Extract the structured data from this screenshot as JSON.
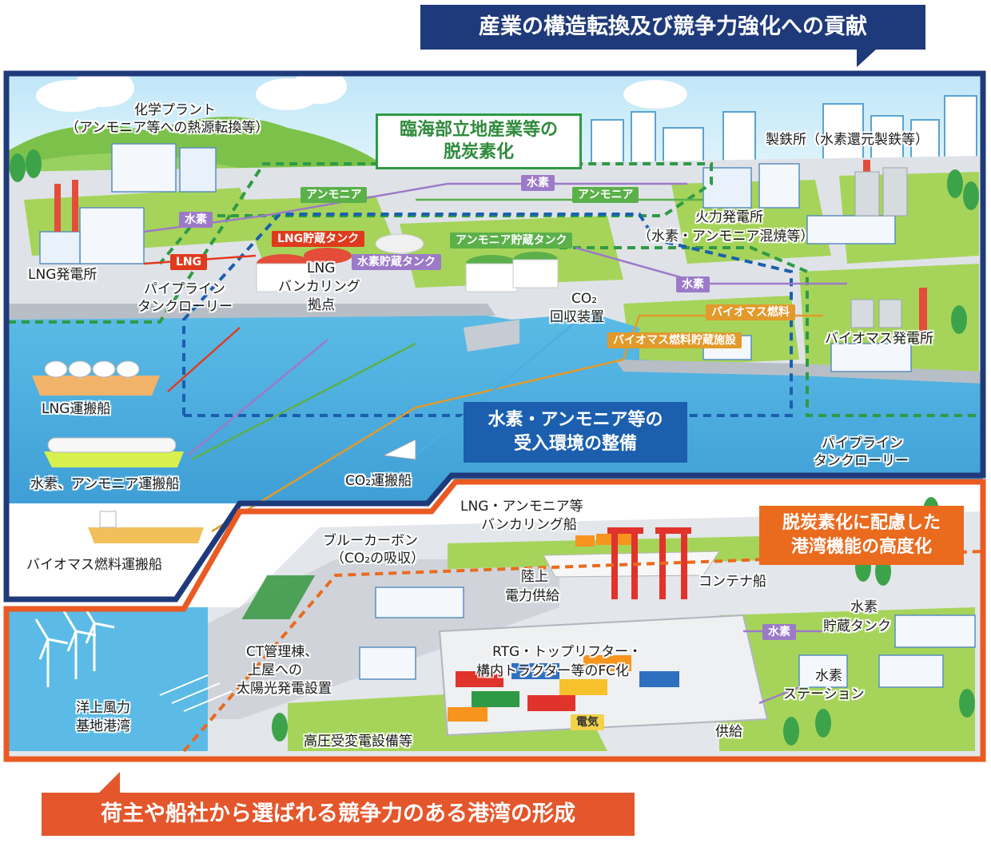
{
  "banners": {
    "top": "産業の構造転換及び競争力強化への貢献",
    "bottom": "荷主や船社から選ばれる競争力のある港湾の形成"
  },
  "boxes": {
    "decarbonization_line1": "臨海部立地産業等の",
    "decarbonization_line2": "脱炭素化",
    "hydrogen_line1": "水素・アンモニア等の",
    "hydrogen_line2": "受入環境の整備",
    "port_line1": "脱炭素化に配慮した",
    "port_line2": "港湾機能の高度化"
  },
  "labels": {
    "chemical_plant_1": "化学プラント",
    "chemical_plant_2": "（アンモニア等への熱源転換等）",
    "steel_plant": "製鉄所（水素還元製鉄等）",
    "thermal_plant_1": "火力発電所",
    "thermal_plant_2": "（水素・アンモニア混焼等）",
    "lng_power": "LNG発電所",
    "pipeline_left_1": "パイプライン",
    "pipeline_left_2": "タンクローリー",
    "lng_bunkering_1": "LNG",
    "lng_bunkering_2": "バンカリング",
    "lng_bunkering_3": "拠点",
    "co2_capture_1": "CO₂",
    "co2_capture_2": "回収装置",
    "biomass_power": "バイオマス発電所",
    "lng_carrier": "LNG運搬船",
    "h2_nh3_carrier": "水素、アンモニア運搬船",
    "co2_carrier": "CO₂運搬船",
    "pipeline_right_1": "パイプライン",
    "pipeline_right_2": "タンクローリー",
    "biomass_carrier": "バイオマス燃料運搬船",
    "blue_carbon_1": "ブルーカーボン",
    "blue_carbon_2": "（CO₂の吸収）",
    "lng_nh3_bunkering_1": "LNG・アンモニア等",
    "lng_nh3_bunkering_2": "バンカリング船",
    "shore_power_1": "陸上",
    "shore_power_2": "電力供給",
    "container_ship": "コンテナ船",
    "h2_storage_1": "水素",
    "h2_storage_2": "貯蔵タンク",
    "h2_station_1": "水素",
    "h2_station_2": "ステーション",
    "ct_building_1": "CT管理棟、",
    "ct_building_2": "上屋への",
    "ct_building_3": "太陽光発電設置",
    "rtg_fc_1": "RTG・トップリフター・",
    "rtg_fc_2": "構内トラクター等のFC化",
    "offshore_wind_1": "洋上風力",
    "offshore_wind_2": "基地港湾",
    "high_voltage": "高圧受変電設備等",
    "supply": "供給"
  },
  "tags": {
    "ammonia_1": "アンモニア",
    "hydrogen_top": "水素",
    "ammonia_2": "アンモニア",
    "hydrogen_left": "水素",
    "lng_tank": "LNG貯蔵タンク",
    "lng_flow": "LNG",
    "ammonia_tank": "アンモニア貯蔵タンク",
    "hydrogen_tank": "水素貯蔵タンク",
    "hydrogen_right": "水素",
    "biomass_fuel": "バイオマス燃料",
    "biomass_storage": "バイオマス燃料貯蔵施設",
    "hydrogen_port": "水素",
    "electricity": "電気"
  },
  "colors": {
    "navy": "#1f3a7a",
    "green": "#2f9a45",
    "blue": "#1b5fae",
    "orange": "#ea6a1e",
    "red": "#e03a1e",
    "purple": "#9c7ac8",
    "amber": "#e29a2a",
    "sea": "#4aaee0",
    "land": "#dfe3e8",
    "grass": "#a6d45a"
  }
}
